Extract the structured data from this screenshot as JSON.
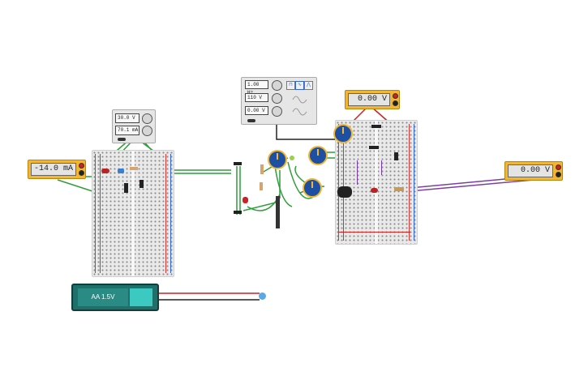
{
  "ammeter_left": {
    "reading": "-14.0 mA"
  },
  "voltmeter_top": {
    "reading": "0.00 V"
  },
  "voltmeter_right": {
    "reading": "0.00 V"
  },
  "power_supply": {
    "voltage": "30.0 V",
    "current": "70.1 mA"
  },
  "function_generator": {
    "frequency": "1.00 Hz",
    "amplitude": "110 V",
    "offset": "0.00 V"
  },
  "battery": {
    "label": "AA 1.5V"
  },
  "colors": {
    "meter": "#f2b632",
    "wire_green": "#2e9e3a",
    "wire_red": "#cc2222",
    "wire_purple": "#7a3fa0",
    "battery": "#1f6f6a"
  }
}
